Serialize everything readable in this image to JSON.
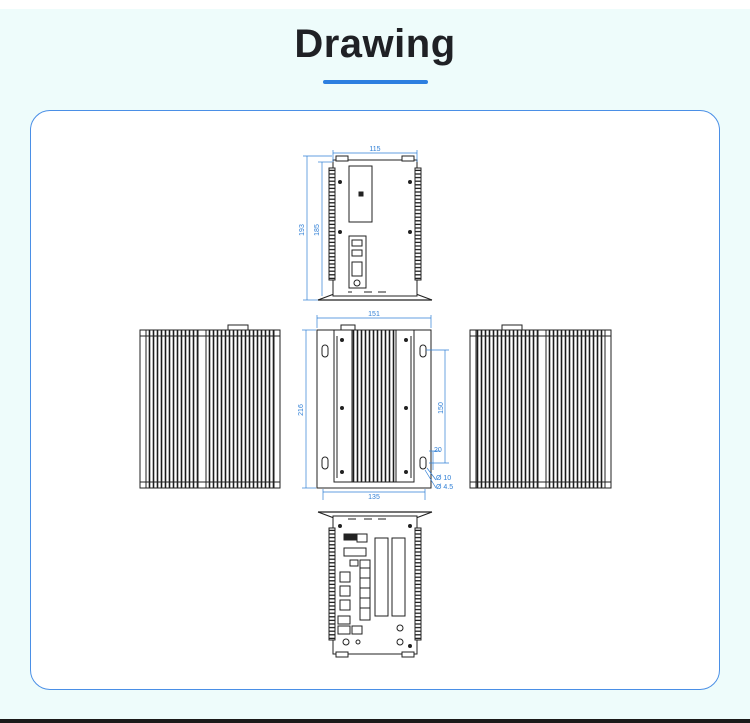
{
  "header": {
    "title": "Drawing"
  },
  "colors": {
    "accent": "#2d7fe0",
    "dimension": "#2f7fd6",
    "line": "#222222",
    "card_border": "#4a8fe6"
  },
  "drawing": {
    "top_view": {
      "width": "115",
      "height_outer": "193",
      "height_inner": "185"
    },
    "front_view": {
      "width": "151",
      "height": "216",
      "slot_spacing": "150",
      "slot_offset": "20",
      "hole_large": "Ø 10",
      "hole_small": "Ø 4.5",
      "mount_spacing": "135"
    }
  }
}
